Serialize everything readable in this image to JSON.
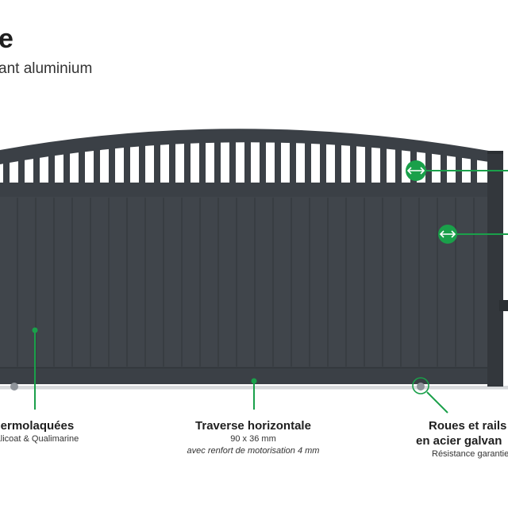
{
  "header": {
    "title": "e",
    "subtitle": "ant aluminium"
  },
  "callouts": {
    "thermo": {
      "heading": "s thermolaquées",
      "sub": "Qualicoat & Qualimarine"
    },
    "traverse": {
      "heading": "Traverse horizontale",
      "dims": "90 x 36 mm",
      "note": "avec renfort de motorisation 4 mm"
    },
    "roues": {
      "heading1": "Roues et rails",
      "heading2": "en acier galvan",
      "sub": "Résistance garantie"
    }
  },
  "colors": {
    "gate": "#3b4046",
    "gate_line": "#30353a",
    "accent": "#1aa04a"
  },
  "icons": {
    "double_arrow": "double-arrow-icon"
  }
}
